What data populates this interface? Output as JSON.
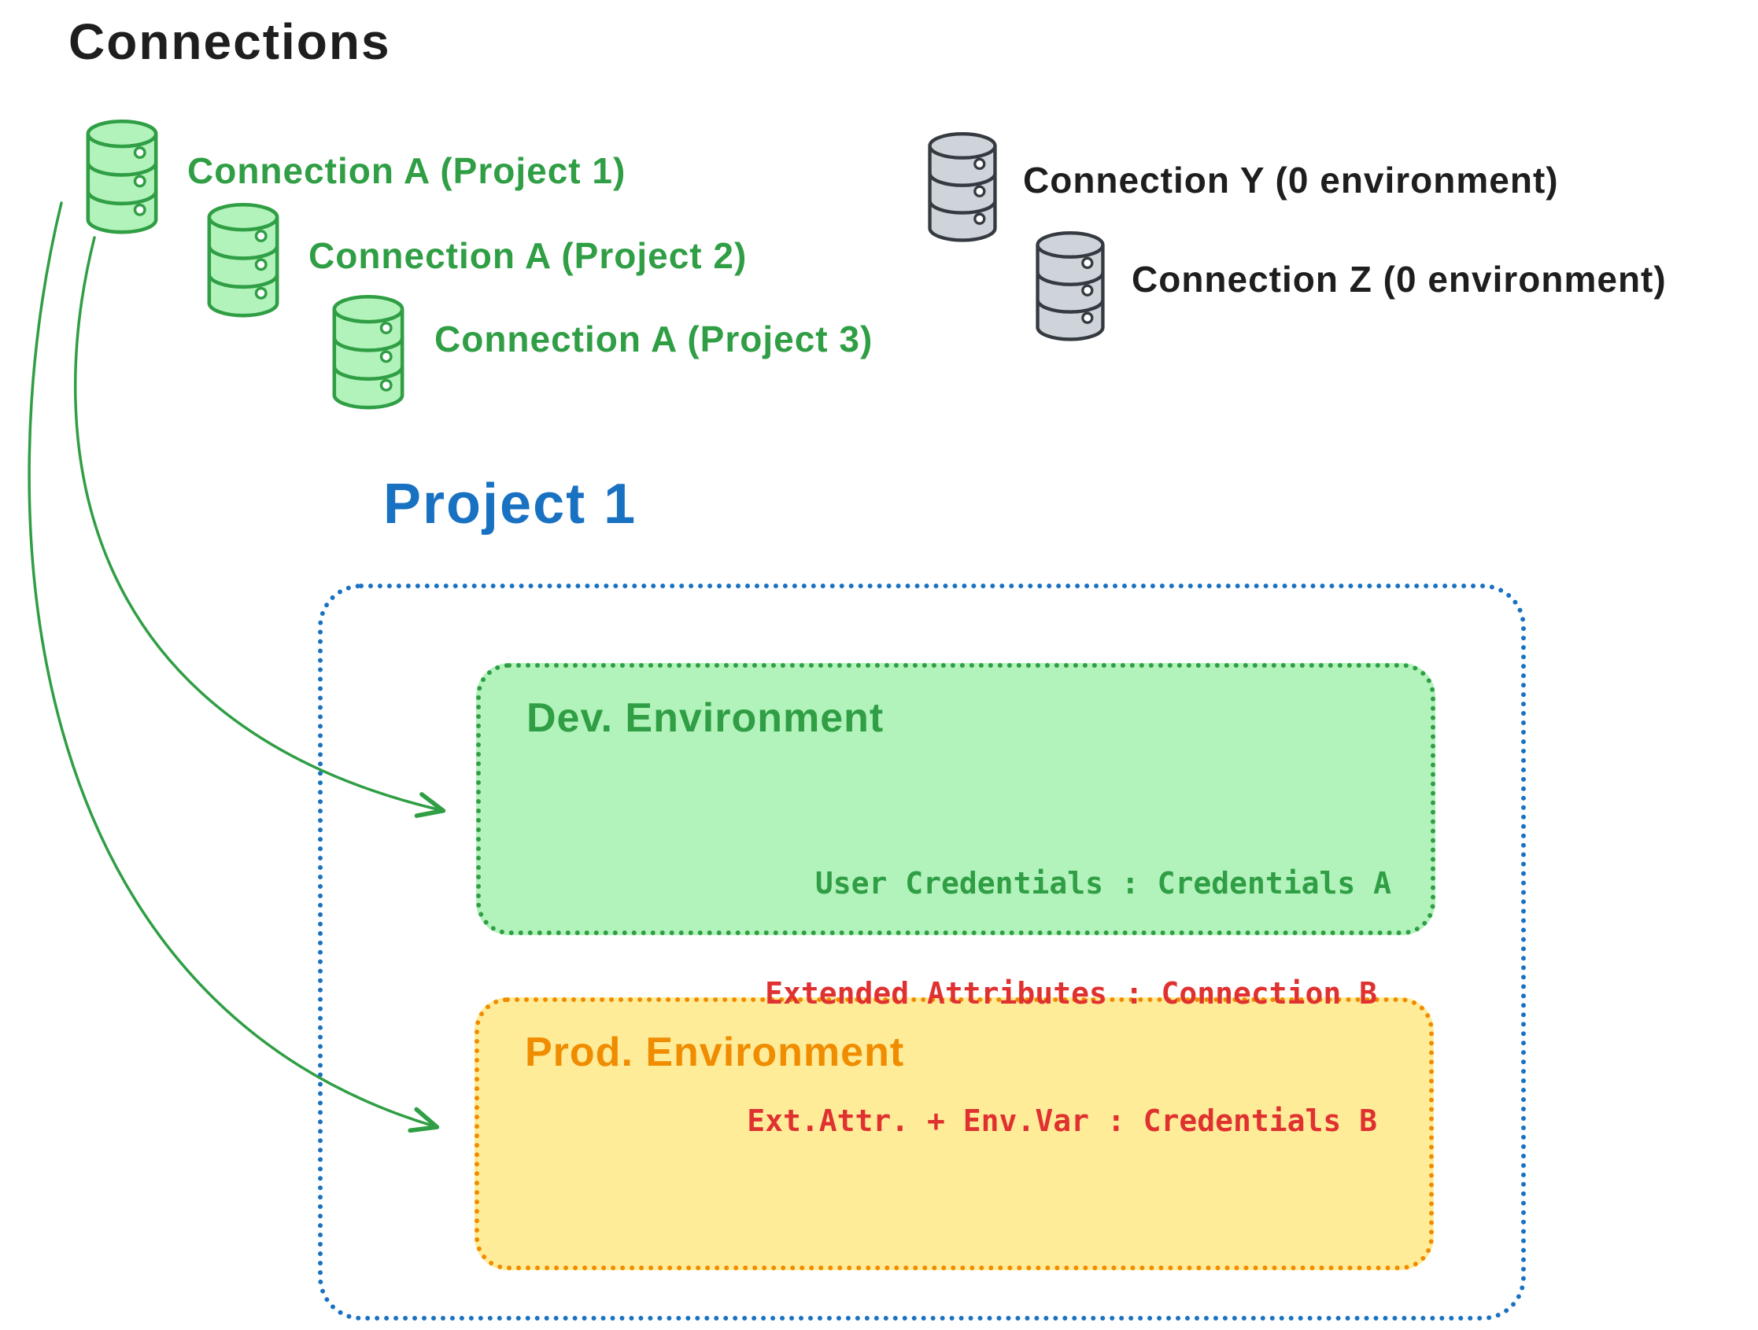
{
  "page": {
    "title": "Connections"
  },
  "green_connections": {
    "items": [
      {
        "label": "Connection A (Project 1)"
      },
      {
        "label": "Connection A (Project 2)"
      },
      {
        "label": "Connection A (Project 3)"
      }
    ]
  },
  "gray_connections": {
    "items": [
      {
        "label": "Connection Y (0 environment)"
      },
      {
        "label": "Connection Z (0 environment)"
      }
    ]
  },
  "project1": {
    "title": "Project 1",
    "dev": {
      "title": "Dev. Environment",
      "credentials": "User Credentials : Credentials A"
    },
    "prod": {
      "title": "Prod. Environment",
      "attr_line1": "Extended Attributes : Connection B",
      "attr_line2": "Ext.Attr. + Env.Var : Credentials B"
    }
  },
  "icons": {
    "green_database": "database-icon",
    "gray_database": "database-icon",
    "arrow": "curved-arrow"
  },
  "colors": {
    "ink": "#1e1e1e",
    "green": "#2f9e44",
    "green_fill": "#b2f2bb",
    "blue": "#1971c2",
    "orange": "#f08c00",
    "yellow_fill": "#ffec99",
    "red": "#e03131",
    "gray": "#343a40",
    "gray_fill": "#ced4da"
  }
}
